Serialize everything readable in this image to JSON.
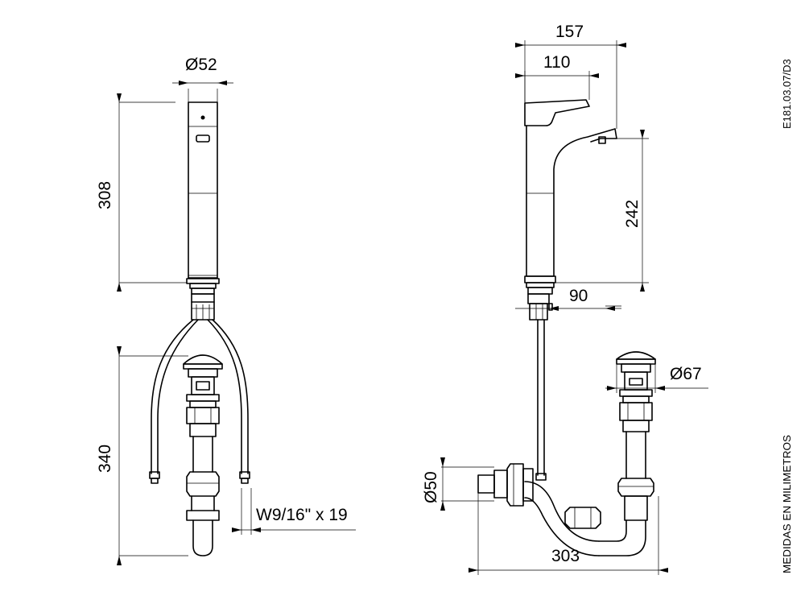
{
  "drawing_code": "E181.03.07/D3",
  "units_note": "MEDIDAS EN MILIMETROS",
  "front_view": {
    "diameter_top": "Ø52",
    "height_body": "308",
    "height_lower": "340",
    "hose_thread": "W9/16\" x 19"
  },
  "side_view": {
    "reach_total": "157",
    "reach_spout": "110",
    "spout_height": "242",
    "base_offset": "90",
    "waste_diameter": "Ø67",
    "trap_diameter": "Ø50",
    "trap_length": "303"
  }
}
